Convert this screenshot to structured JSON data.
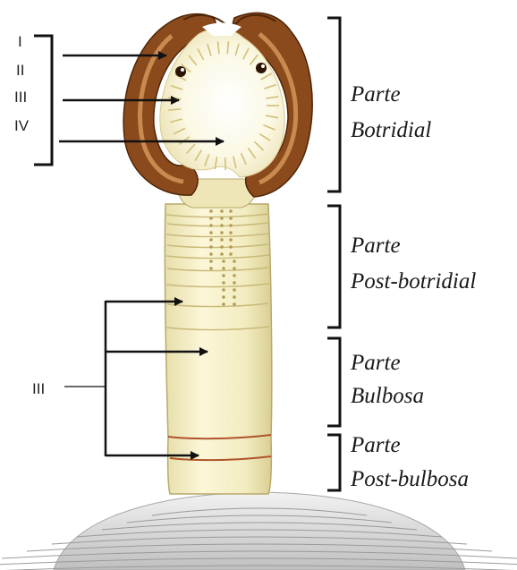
{
  "left_labels": [
    "I",
    "II",
    "III",
    "IV"
  ],
  "lower_label": "III",
  "regions": [
    {
      "line1": "Parte",
      "line2": "Botridial"
    },
    {
      "line1": "Parte",
      "line2": "Post-botridial"
    },
    {
      "line1": "Parte",
      "line2": "Bulbosa"
    },
    {
      "line1": "Parte",
      "line2": "Post-bulbosa"
    }
  ],
  "colors": {
    "bothridium_brown": "#8a4a1c",
    "bothridium_dark": "#5a2d0e",
    "bothridium_light": "#c98a4f",
    "body_cream": "#f4efc4",
    "body_outline": "#b8a96a",
    "hooks": "#d9c784",
    "base_gray": "#d8d8d8",
    "lines": "#111111"
  }
}
